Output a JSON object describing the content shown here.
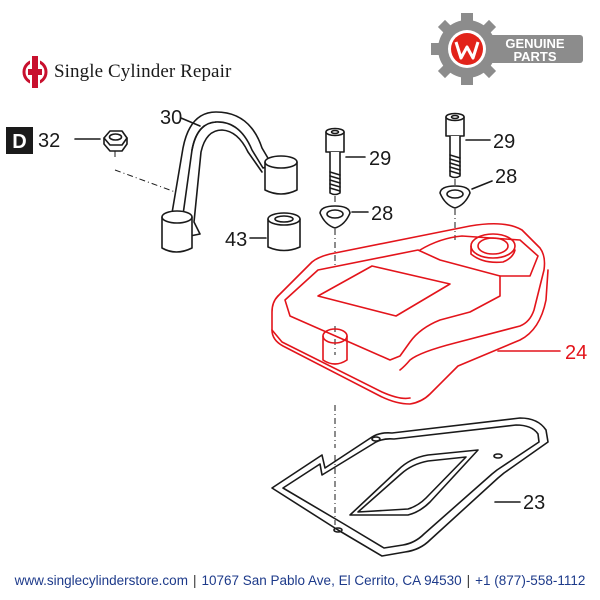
{
  "brand": {
    "name": "Single Cylinder Repair",
    "logo_icon": "single-cylinder-repair-logo-icon",
    "color_red": "#c8102e"
  },
  "badge": {
    "line1": "GENUINE",
    "line2": "PARTS",
    "letter": "W",
    "gear_color": "#8c8c8c",
    "accent_color": "#e2231a"
  },
  "diagram": {
    "section_label": "D",
    "callouts": {
      "c32": "32",
      "c30": "30",
      "c43": "43",
      "c29a": "29",
      "c28a": "28",
      "c29b": "29",
      "c28b": "28",
      "c24": "24",
      "c23": "23"
    },
    "highlight_color": "#e3141b"
  },
  "footer": {
    "website": "www.singlecylinderstore.com",
    "address": "10767 San Pablo Ave, El Cerrito, CA 94530",
    "phone": "+1 (877)-558-1112",
    "separator": "|"
  }
}
